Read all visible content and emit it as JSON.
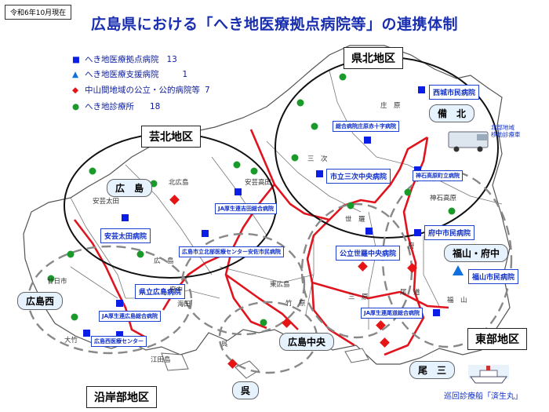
{
  "date_label": "令和6年10月現在",
  "title": "広島県における「へき地医療拠点病院等」の連携体制",
  "legend": [
    {
      "icon": "blue-square-icon",
      "label": "へき地医療拠点病院",
      "count": "13"
    },
    {
      "icon": "blue-triangle-icon",
      "label": "へき地医療支援病院",
      "count": "1"
    },
    {
      "icon": "red-diamond-icon",
      "label": "中山間地域の公立・公的病院等",
      "count": "7"
    },
    {
      "icon": "green-circle-icon",
      "label": "へき地診療所",
      "count": "18"
    }
  ],
  "regions": {
    "kenpoku": "県北地区",
    "geihoku": "芸北地区",
    "engan": "沿岸部地区",
    "tobu": "東部地区"
  },
  "areas": {
    "bihoku": "備　北",
    "hiroshima": "広　島",
    "fukuyama_fuchu": "福山・府中",
    "hiroshima_nishi": "広島西",
    "hiroshima_chuo": "広島中央",
    "kure": "呉",
    "onomichi": "尾　三"
  },
  "hospitals": {
    "saijo": "西城市民病院",
    "shobara": "総合病院庄原赤十字病院",
    "miyoshi": "市立三次中央病院",
    "jinseki": "神石高原町立病院",
    "yoshida": "JA厚生連吉田総合病院",
    "akiota": "安芸太田病院",
    "kitahiroshima": "広島市立北部医療センター安佐市民病院",
    "fuchu": "府中市民病院",
    "sera": "公立世羅中央病院",
    "fukuyama": "福山市民病院",
    "kenritsu": "県立広島病院",
    "hiroshima_sogo": "JA厚生連広島総合病院",
    "onomichi_sogo": "JA厚生連尾道総合病院",
    "iryo_center": "広島西医療センター"
  },
  "places": {
    "shobara": "庄　原",
    "miyoshi": "三　次",
    "kitahiroshima": "北広島",
    "akitakata": "安芸高田",
    "akiota": "安芸太田",
    "jinsekikogen": "神石高原",
    "sera": "世　羅",
    "fu": "府",
    "hiroshima": "広　島",
    "higashihiroshima": "東広島",
    "takehara": "竹　原",
    "mihara": "三　原",
    "onomichi": "尾　道",
    "fukuyama": "福　山",
    "fuchu_town": "府中",
    "kaita": "海田",
    "kure": "呉",
    "etajima": "江田島",
    "hatsukaichi": "廿日市",
    "otake": "大竹"
  },
  "mobile_clinic_caption": "北部地域\n移動診療車",
  "ship_caption": "巡回診療船「済生丸」",
  "colors": {
    "blue_square": "#0a1ee6",
    "red_diamond": "#e61414",
    "green_circle": "#1a9a2a",
    "road": "#e0141e",
    "area_fill": "#e6f3ff"
  }
}
